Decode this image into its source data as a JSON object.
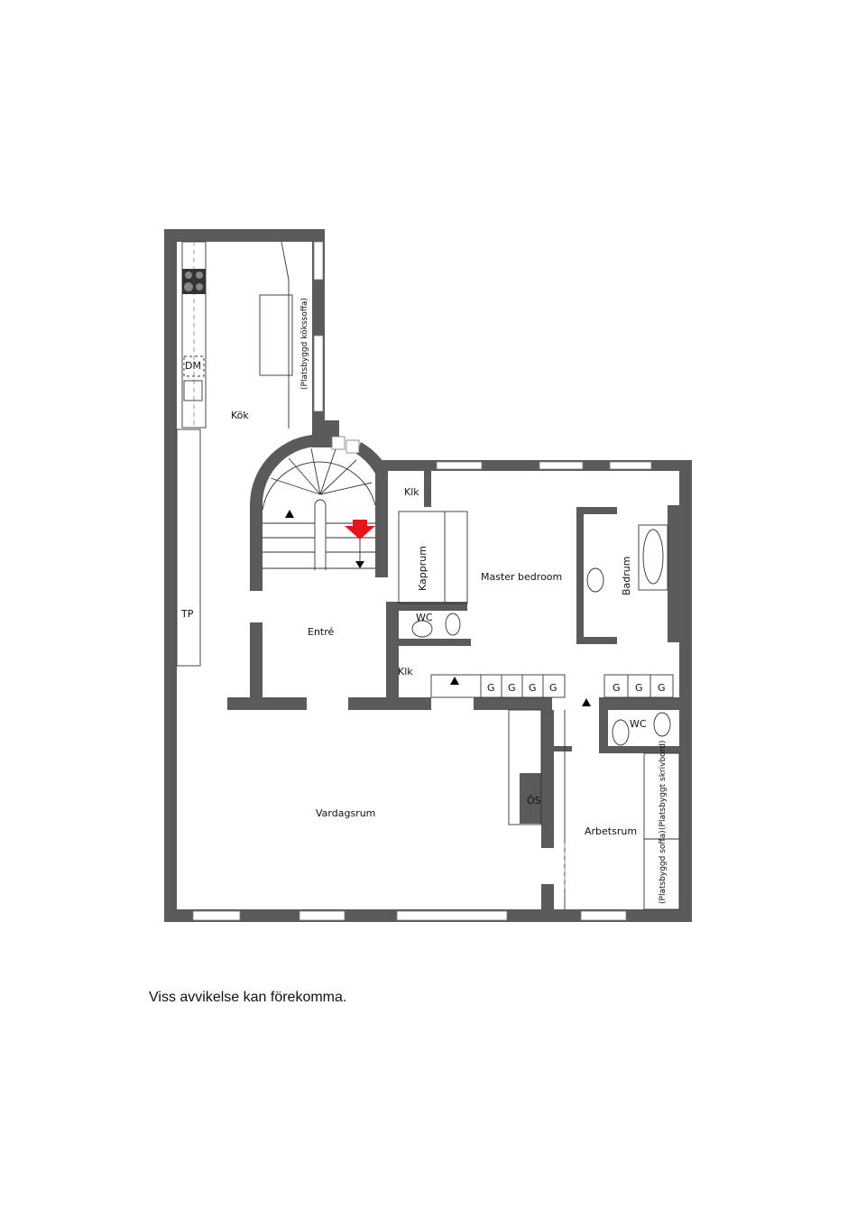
{
  "rooms": {
    "kok": "Kök",
    "kokssoffa": "(Platsbyggd kökssoffa)",
    "dm": "DM",
    "tp": "TP",
    "entre": "Entré",
    "klk1": "Klk",
    "klk2": "Klk",
    "kapprum": "Kapprum",
    "wc1": "WC",
    "master": "Master bedroom",
    "badrum": "Badrum",
    "vardagsrum": "Vardagsrum",
    "os": "ÖS",
    "arbetsrum": "Arbetsrum",
    "wc2": "WC",
    "skrivbord": "(Platsbyggt skrivbord)",
    "soffa": "(Platsbyggd soffa)",
    "g": [
      "G",
      "G",
      "G",
      "G",
      "G",
      "G",
      "G"
    ]
  },
  "colors": {
    "wall": "#5a5a5a",
    "entry_arrow": "#e8141b"
  },
  "footer": "Viss avvikelse kan förekomma."
}
